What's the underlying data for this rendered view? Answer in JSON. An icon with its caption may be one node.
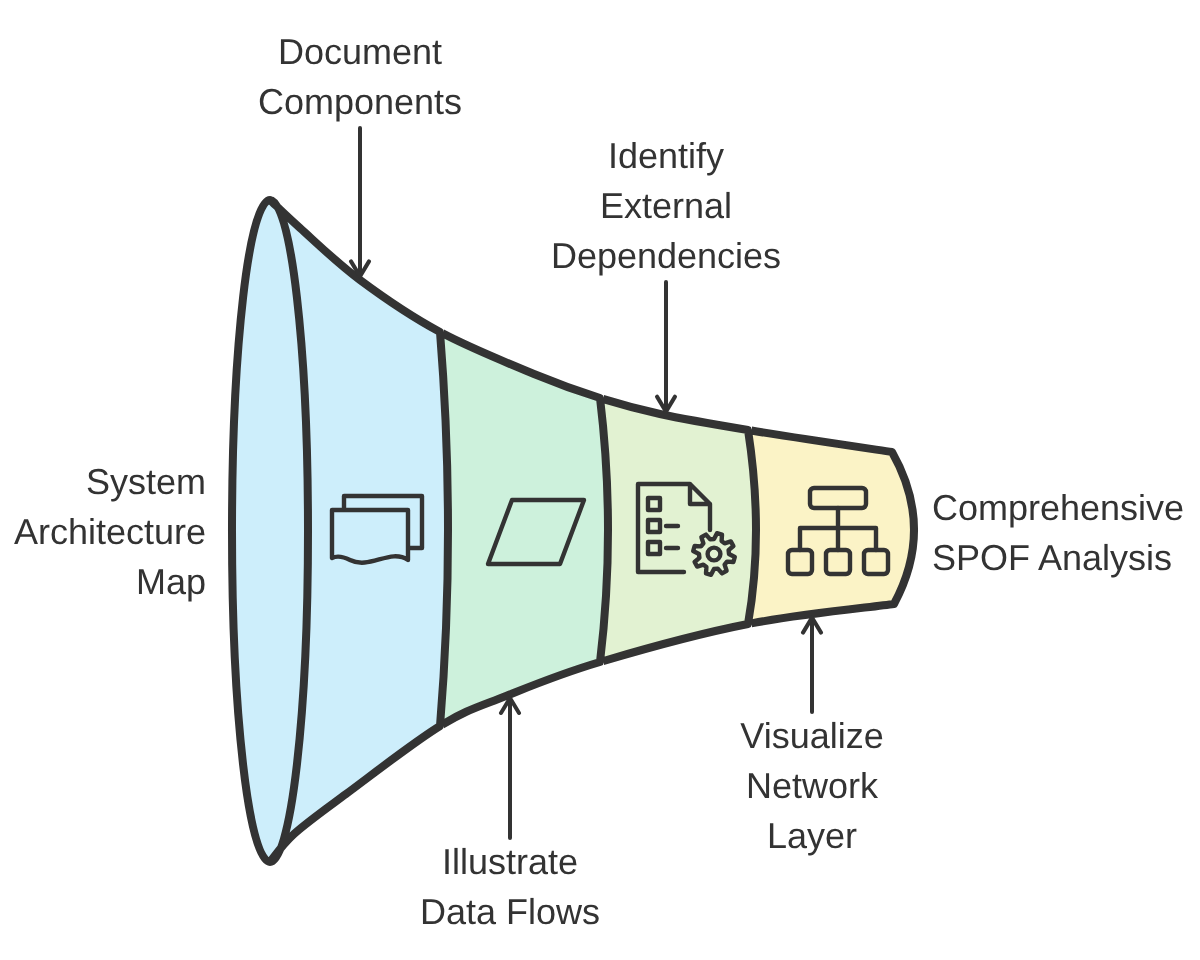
{
  "diagram": {
    "nodes": [
      {
        "text": [
          "Document Components"
        ]
      },
      {
        "text": [
          "Identify External Dependencies"
        ]
      },
      {
        "text": [],
        "shape": "band",
        "beside": [
          "System Architecture Map"
        ]
      },
      {
        "text": [],
        "shape": "band"
      },
      {
        "text": [],
        "shape": "band"
      },
      {
        "text": [],
        "shape": "band",
        "beside": [
          "Comprehensive SPOF Analysis"
        ]
      },
      {
        "text": [
          "Visualize Network Layer"
        ]
      },
      {
        "text": [
          "Illustrate Data Flows"
        ]
      }
    ],
    "edges": [
      {
        "from": 0,
        "to": 2,
        "arrow": "to"
      },
      {
        "from": 1,
        "to": 4,
        "arrow": "to"
      },
      {
        "from": 6,
        "to": 5,
        "arrow": "to"
      },
      {
        "from": 7,
        "to": 3,
        "arrow": "to"
      }
    ]
  }
}
